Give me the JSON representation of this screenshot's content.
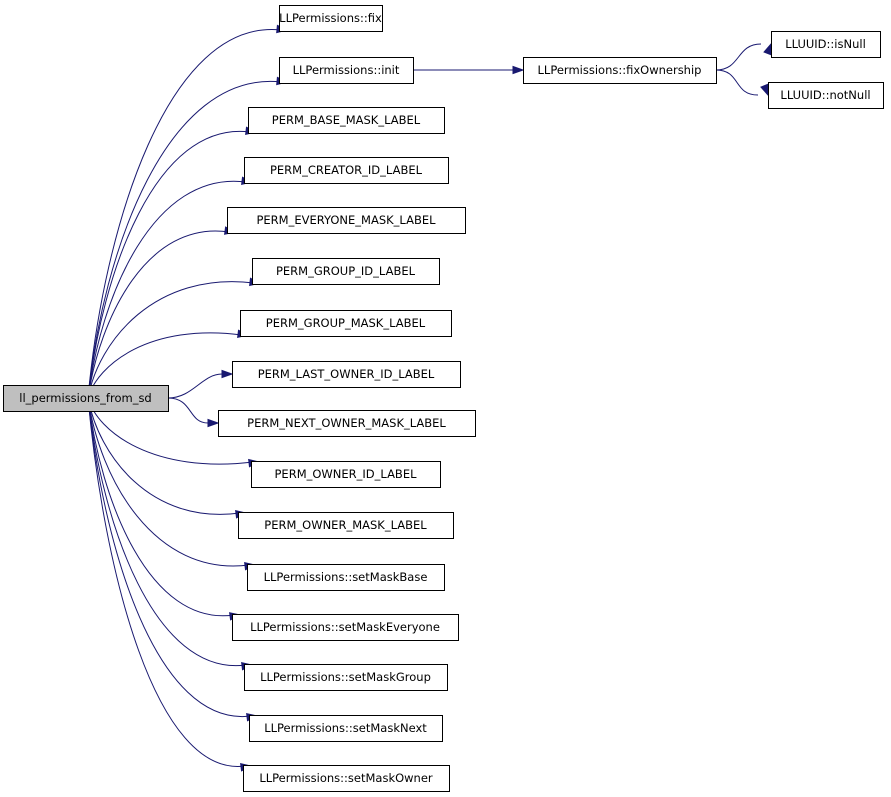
{
  "graph": {
    "root": "ll_permissions_from_sd",
    "nodes": [
      {
        "id": "root",
        "label": "ll_permissions_from_sd"
      },
      {
        "id": "fix",
        "label": "LLPermissions::fix"
      },
      {
        "id": "init",
        "label": "LLPermissions::init"
      },
      {
        "id": "fixOwnership",
        "label": "LLPermissions::fixOwnership"
      },
      {
        "id": "isNull",
        "label": "LLUUID::isNull"
      },
      {
        "id": "notNull",
        "label": "LLUUID::notNull"
      },
      {
        "id": "baseMask",
        "label": "PERM_BASE_MASK_LABEL"
      },
      {
        "id": "creatorId",
        "label": "PERM_CREATOR_ID_LABEL"
      },
      {
        "id": "everyoneMask",
        "label": "PERM_EVERYONE_MASK_LABEL"
      },
      {
        "id": "groupId",
        "label": "PERM_GROUP_ID_LABEL"
      },
      {
        "id": "groupMask",
        "label": "PERM_GROUP_MASK_LABEL"
      },
      {
        "id": "lastOwnerId",
        "label": "PERM_LAST_OWNER_ID_LABEL"
      },
      {
        "id": "nextOwnerMask",
        "label": "PERM_NEXT_OWNER_MASK_LABEL"
      },
      {
        "id": "ownerId",
        "label": "PERM_OWNER_ID_LABEL"
      },
      {
        "id": "ownerMask",
        "label": "PERM_OWNER_MASK_LABEL"
      },
      {
        "id": "setMaskBase",
        "label": "LLPermissions::setMaskBase"
      },
      {
        "id": "setMaskEveryone",
        "label": "LLPermissions::setMaskEveryone"
      },
      {
        "id": "setMaskGroup",
        "label": "LLPermissions::setMaskGroup"
      },
      {
        "id": "setMaskNext",
        "label": "LLPermissions::setMaskNext"
      },
      {
        "id": "setMaskOwner",
        "label": "LLPermissions::setMaskOwner"
      }
    ],
    "edges": [
      {
        "from": "root",
        "to": "fix"
      },
      {
        "from": "root",
        "to": "init"
      },
      {
        "from": "root",
        "to": "baseMask"
      },
      {
        "from": "root",
        "to": "creatorId"
      },
      {
        "from": "root",
        "to": "everyoneMask"
      },
      {
        "from": "root",
        "to": "groupId"
      },
      {
        "from": "root",
        "to": "groupMask"
      },
      {
        "from": "root",
        "to": "lastOwnerId"
      },
      {
        "from": "root",
        "to": "nextOwnerMask"
      },
      {
        "from": "root",
        "to": "ownerId"
      },
      {
        "from": "root",
        "to": "ownerMask"
      },
      {
        "from": "root",
        "to": "setMaskBase"
      },
      {
        "from": "root",
        "to": "setMaskEveryone"
      },
      {
        "from": "root",
        "to": "setMaskGroup"
      },
      {
        "from": "root",
        "to": "setMaskNext"
      },
      {
        "from": "root",
        "to": "setMaskOwner"
      },
      {
        "from": "init",
        "to": "fixOwnership"
      },
      {
        "from": "fixOwnership",
        "to": "isNull"
      },
      {
        "from": "fixOwnership",
        "to": "notNull"
      }
    ],
    "colors": {
      "edge": "#191970",
      "root_fill": "#bfbfbf",
      "node_fill": "#ffffff",
      "node_border": "#000000"
    }
  }
}
